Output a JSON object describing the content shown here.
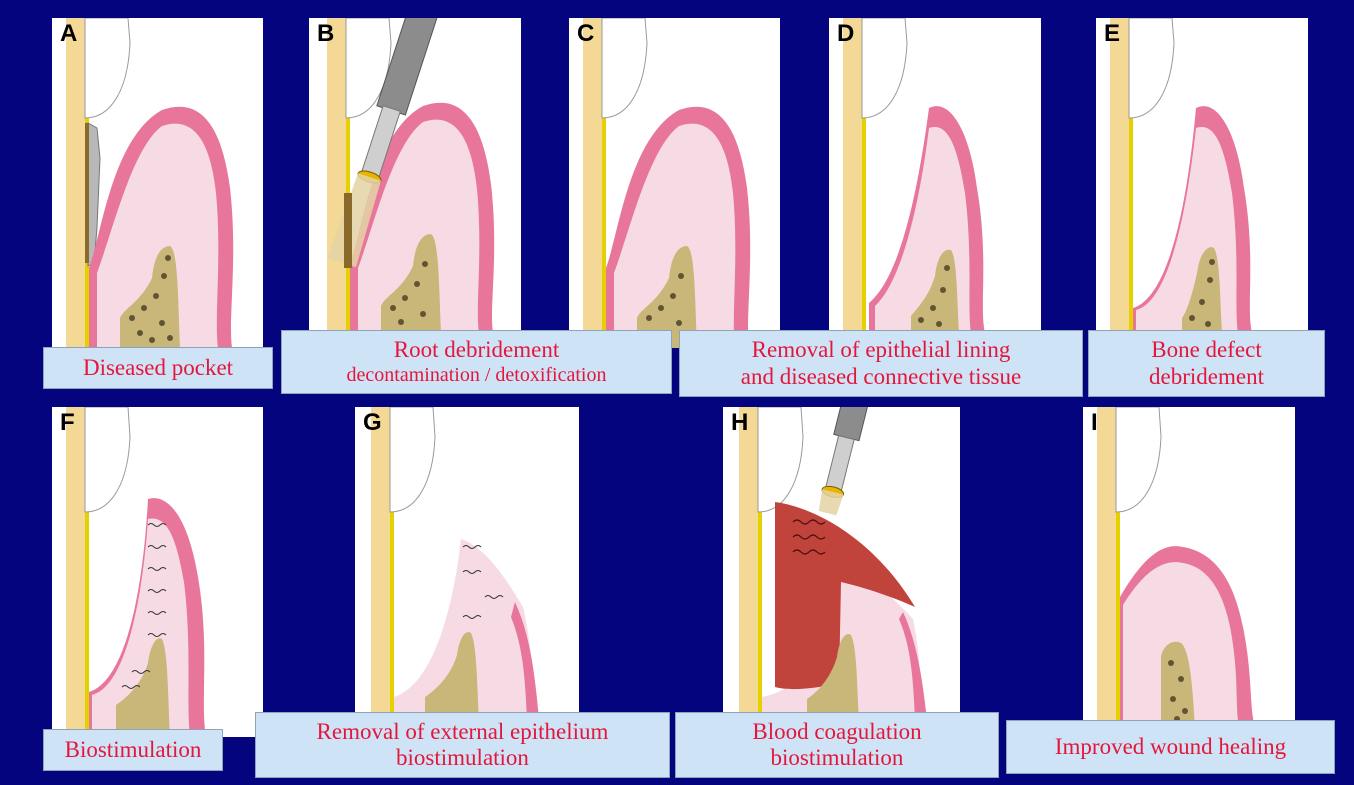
{
  "panels": [
    {
      "letter": "A",
      "caption": [
        "Diseased pocket"
      ]
    },
    {
      "letter": "B",
      "caption": [
        "Root debridement",
        "decontamination / detoxification"
      ]
    },
    {
      "letter": "C",
      "caption": []
    },
    {
      "letter": "D",
      "caption": [
        "Removal of epithelial lining",
        "and diseased connective tissue"
      ]
    },
    {
      "letter": "E",
      "caption": [
        "Bone defect",
        "debridement"
      ]
    },
    {
      "letter": "F",
      "caption": [
        "Biostimulation"
      ]
    },
    {
      "letter": "G",
      "caption": [
        "Removal of external epithelium",
        "biostimulation"
      ]
    },
    {
      "letter": "H",
      "caption": [
        "Blood coagulation",
        "biostimulation"
      ]
    },
    {
      "letter": "I",
      "caption": [
        "Improved wound healing"
      ]
    }
  ],
  "colors": {
    "background": "#04047e",
    "caption_bg": "#cfe3f7",
    "caption_text": "#e4163a",
    "gingiva_epithelium": "#e8769a",
    "connective_tissue": "#f6dbe4",
    "bone": "#c9b679",
    "root": "#f4d896",
    "blood_clot": "#c0433c"
  }
}
